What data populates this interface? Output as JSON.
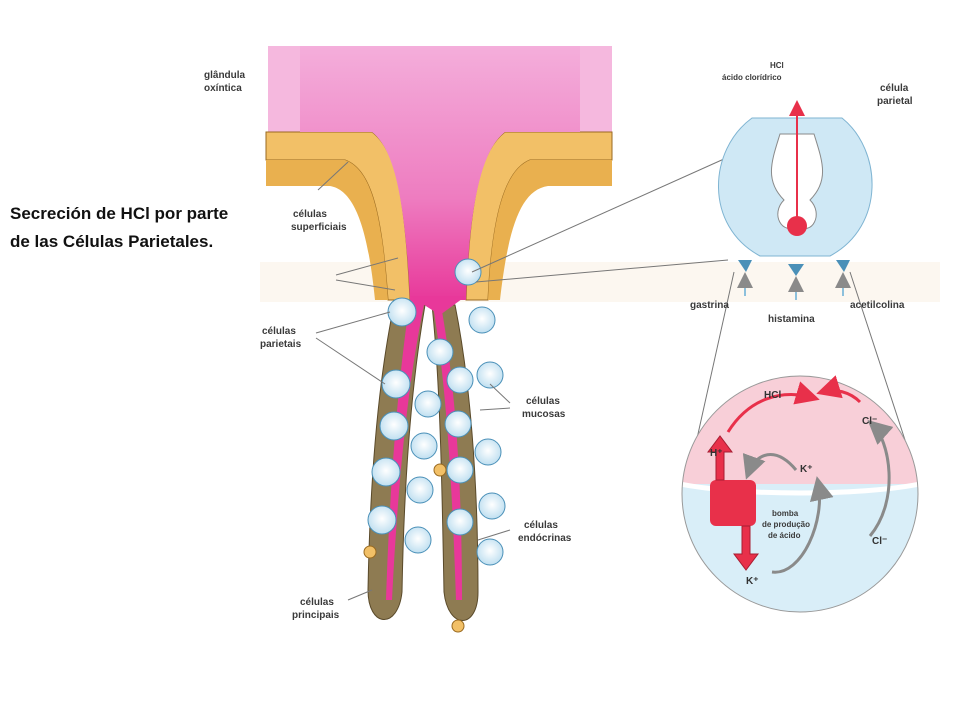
{
  "caption": "Secreción de HCl por parte de las Células Parietales.",
  "labels": {
    "glandula_line1": "glândula",
    "glandula_line2": "oxíntica",
    "superficiais_line1": "células",
    "superficiais_line2": "superficiais",
    "parietais_line1": "células",
    "parietais_line2": "parietais",
    "mucosas_line1": "células",
    "mucosas_line2": "mucosas",
    "endocrinas_line1": "células",
    "endocrinas_line2": "endócrinas",
    "principais_line1": "células",
    "principais_line2": "principais",
    "hcl_title_line1": "HCl",
    "hcl_title_line2": "ácido clorídrico",
    "celula_parietal_line1": "célula",
    "celula_parietal_line2": "parietal",
    "gastrina": "gastrina",
    "histamina": "histamina",
    "acetilcolina": "acetilcolina",
    "ion_hcl": "HCl",
    "ion_cl_top": "Cl⁻",
    "ion_h": "H⁺",
    "ion_k_mid": "K⁺",
    "pump_line1": "bomba",
    "pump_line2": "de produção",
    "pump_line3": "de ácido",
    "ion_cl_bottom": "Cl⁻",
    "ion_k_bottom": "K⁺"
  },
  "colors": {
    "lumen_pink": "#e8389a",
    "light_pink": "#f5b8de",
    "epithelium_orange": "#f2c067",
    "cell_blue": "#cfe8f5",
    "acid_red": "#e8304a",
    "chief_brown": "#7a6a48"
  }
}
